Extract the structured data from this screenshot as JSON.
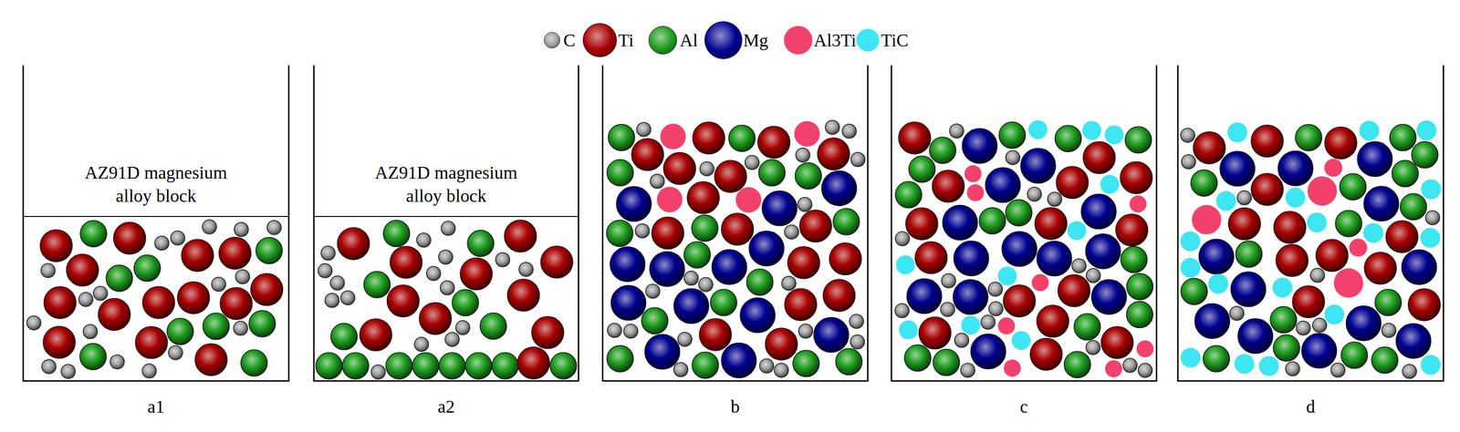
{
  "diagram": {
    "nodes": [
      {
        "text": [
          "AZ91D magnesium alloy block"
        ]
      },
      {
        "text": [
          "AZ91D magnesium alloy block"
        ]
      }
    ],
    "labels": [
      "a1",
      "a2",
      "b",
      "c",
      "d"
    ],
    "legend": [
      {
        "text": "C",
        "color": "#a3a3a3"
      },
      {
        "text": "Ti",
        "color": "#a80000"
      },
      {
        "text": "Al",
        "color": "#1f9e1f"
      },
      {
        "text": "Mg",
        "color": "#00008f"
      },
      {
        "text": "Al3Ti",
        "color": "#f2416b"
      },
      {
        "text": "TiC",
        "color": "#3de6f2"
      }
    ]
  }
}
